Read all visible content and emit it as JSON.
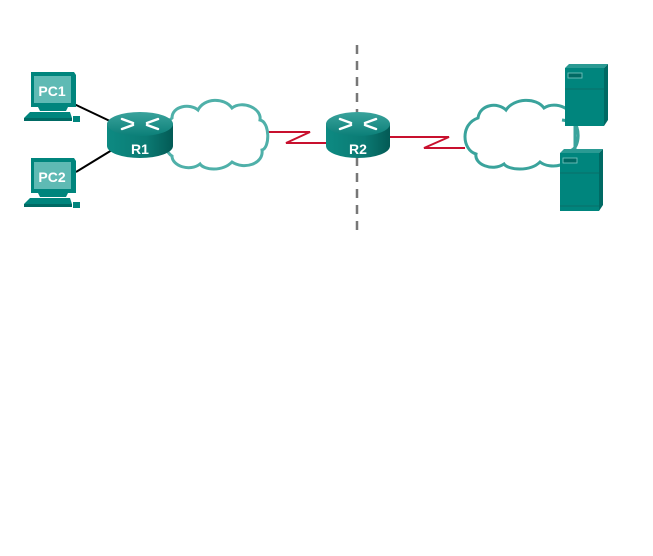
{
  "devices": {
    "pc1": {
      "label": "PC1"
    },
    "pc2": {
      "label": "PC2"
    },
    "r1": {
      "label": "R1"
    },
    "r2": {
      "label": "R2"
    }
  },
  "colors": {
    "device": "#00857d",
    "device_dark": "#006a64",
    "cloud": "#5fbab4",
    "serial_link": "#c8102e",
    "ethernet_link": "#000000",
    "boundary": "#777777"
  }
}
